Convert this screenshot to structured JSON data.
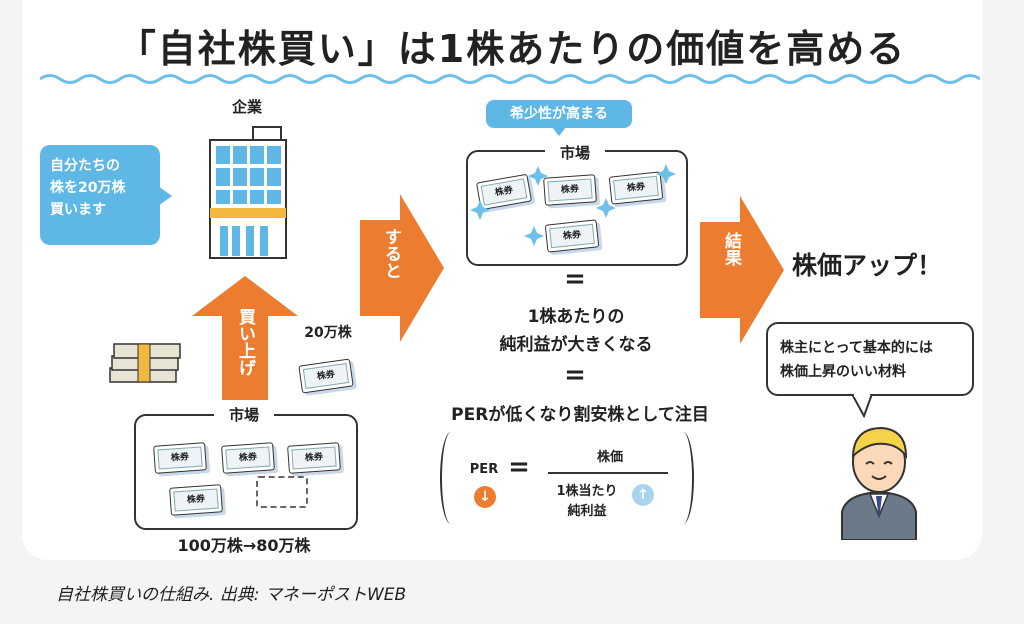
{
  "title": "「自社株買い」は1株あたりの価値を高める",
  "company": {
    "label": "企業",
    "speech": [
      "自分たちの",
      "株を20万株",
      "買います"
    ]
  },
  "buyback_arrow_label": "買い上げ",
  "buyback_amount": "20万株",
  "left_market": {
    "label": "市場",
    "footer": "100万株→80万株"
  },
  "ticket_text": "株券",
  "then_arrow_label": "すると",
  "scarcity_badge": "希少性が高まる",
  "right_market": {
    "label": "市場"
  },
  "equals_sign": "=",
  "eps_text": [
    "1株あたりの",
    "純利益が大きくなる"
  ],
  "per_text": "PERが低くなり割安株として注目",
  "formula": {
    "per": "PER",
    "equals": "=",
    "numerator": "株価",
    "denominator": [
      "1株当たり",
      "純利益"
    ],
    "down_arrow": "↓",
    "up_arrow": "↑"
  },
  "result_arrow_label": "結果",
  "price_up": "株価アップ！",
  "shareholder_speech": [
    "株主にとって基本的には",
    "株価上昇のいい材料"
  ],
  "caption": "自社株買いの仕組み. 出典: マネーポストWEB",
  "colors": {
    "orange": "#ec7d30",
    "blue": "#5fb7e6",
    "light_blue": "#a9d4f0"
  }
}
